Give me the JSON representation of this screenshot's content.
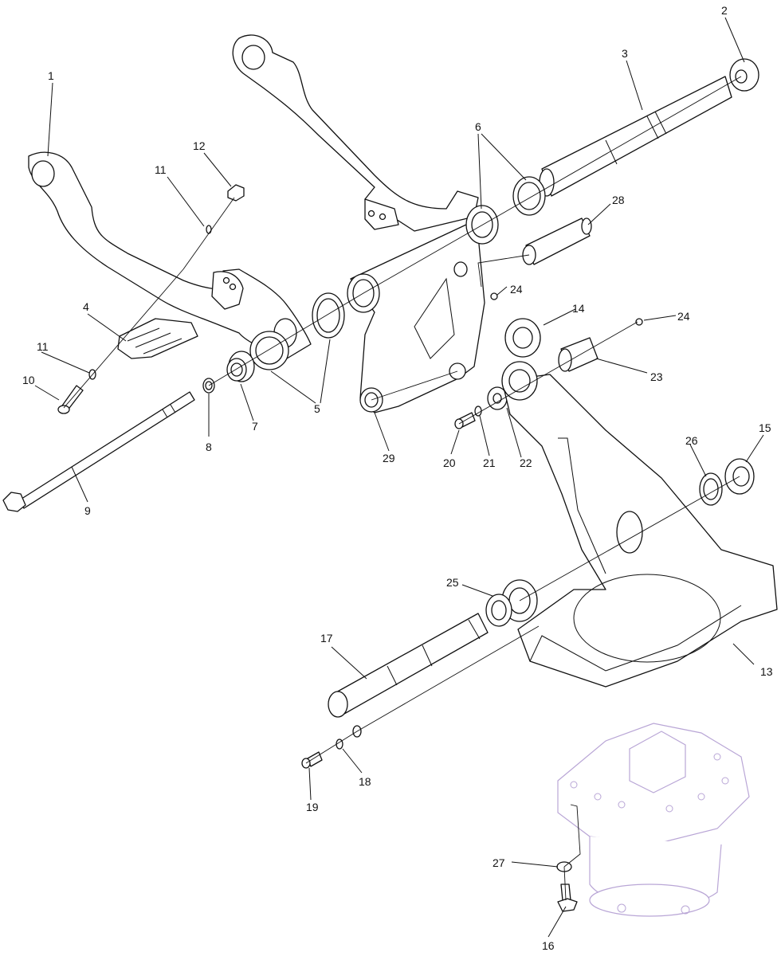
{
  "callouts": [
    "1",
    "2",
    "3",
    "4",
    "5",
    "6",
    "7",
    "8",
    "9",
    "10",
    "11",
    "11",
    "12",
    "13",
    "14",
    "15",
    "16",
    "17",
    "18",
    "19",
    "20",
    "21",
    "22",
    "23",
    "24",
    "24",
    "25",
    "26",
    "27",
    "28",
    "29"
  ],
  "colors": {
    "line": "#111111",
    "faded_part": "#b9a6d6",
    "background": "#ffffff"
  }
}
